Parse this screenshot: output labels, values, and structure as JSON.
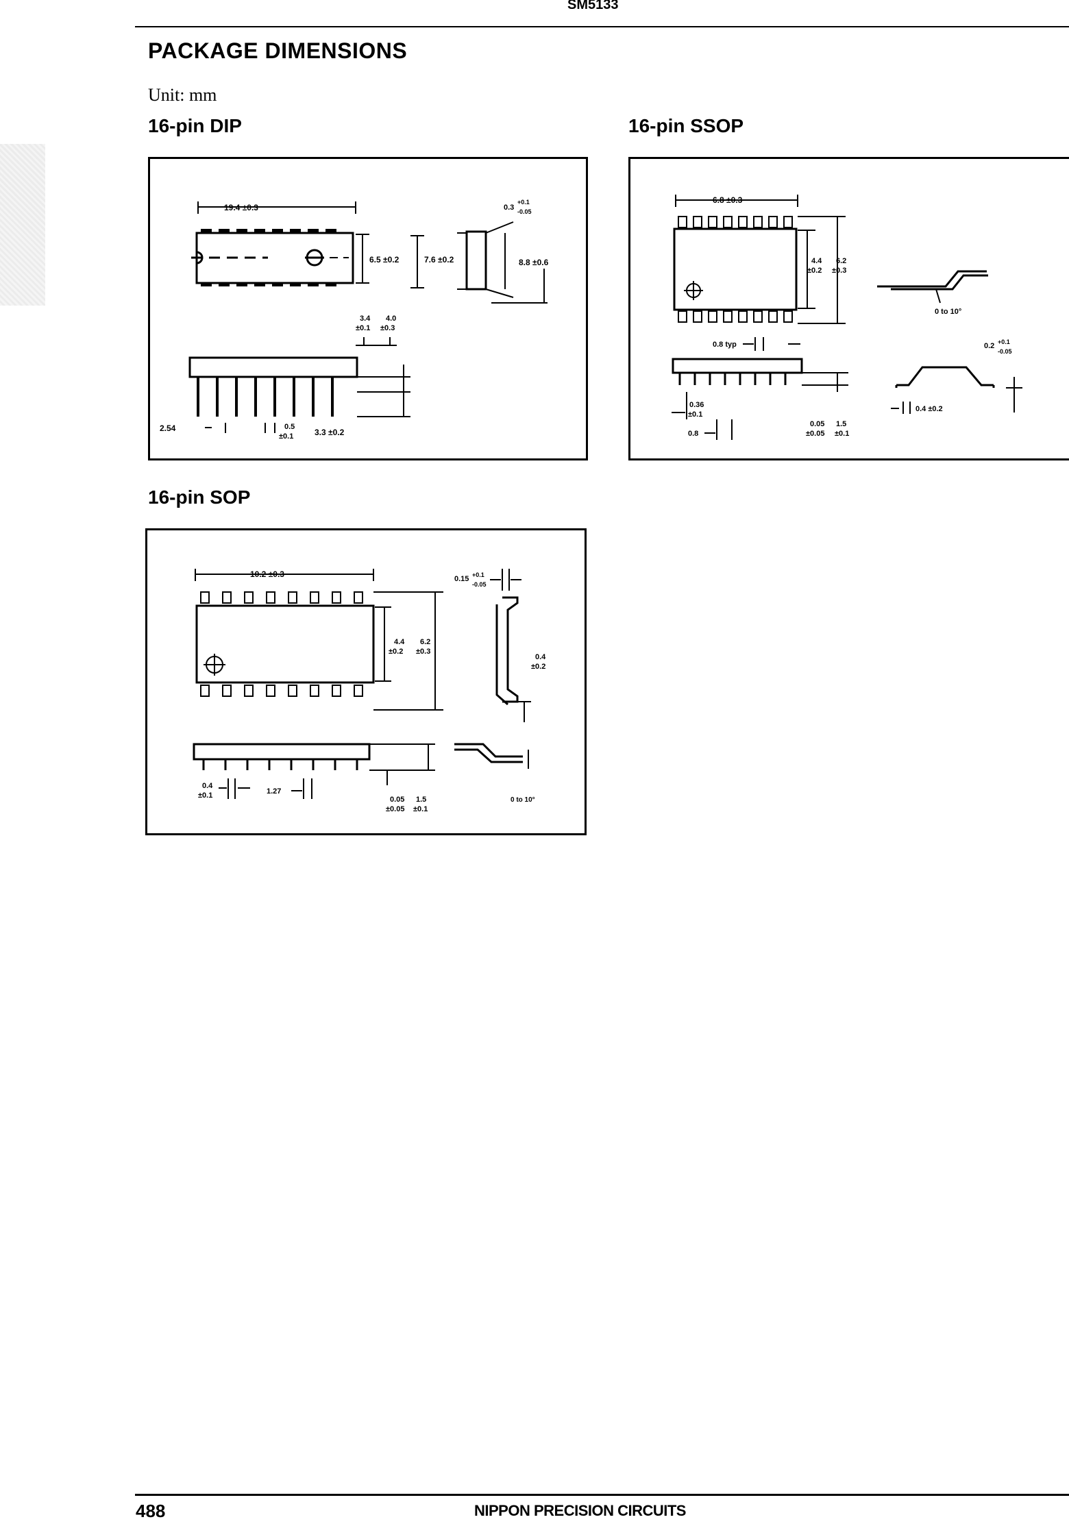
{
  "header": {
    "part_number": "SM5133"
  },
  "page_title": "PACKAGE DIMENSIONS",
  "unit_label": "Unit: mm",
  "packages": [
    {
      "title": "16-pin DIP",
      "dims": {
        "length": "19.4 ±0.3",
        "lead_thick": "0.3",
        "lead_thick_tol_plus": "+0.1",
        "lead_thick_tol_minus": "-0.05",
        "body_width": "6.5 ±0.2",
        "row_spacing": "7.6 ±0.2",
        "overall_width": "8.8 ±0.6",
        "height_a": "3.4",
        "height_a_tol": "±0.1",
        "height_b": "4.0",
        "height_b_tol": "±0.3",
        "pitch": "2.54",
        "lead_width": "0.5",
        "lead_width_tol": "±0.1",
        "lead_length": "3.3 ±0.2"
      }
    },
    {
      "title": "16-pin SSOP",
      "dims": {
        "length": "6.8 ±0.3",
        "body_width": "4.4",
        "body_width_tol": "±0.2",
        "overall_width": "6.2",
        "overall_width_tol": "±0.3",
        "angle": "0 to 10°",
        "pitch_typ": "0.8 typ",
        "lead_thick": "0.2",
        "lead_thick_tol_plus": "+0.1",
        "lead_thick_tol_minus": "-0.05",
        "lead_width": "0.36",
        "lead_width_tol": "±0.1",
        "pitch": "0.8",
        "standoff": "0.05",
        "standoff_tol": "±0.05",
        "height": "1.5",
        "height_tol": "±0.1",
        "foot_length": "0.4 ±0.2"
      }
    },
    {
      "title": "16-pin SOP",
      "dims": {
        "length": "10.2 ±0.3",
        "lead_thick": "0.15",
        "lead_thick_tol_plus": "+0.1",
        "lead_thick_tol_minus": "-0.05",
        "body_width": "4.4",
        "body_width_tol": "±0.2",
        "overall_width": "6.2",
        "overall_width_tol": "±0.3",
        "foot_length": "0.4",
        "foot_length_tol": "±0.2",
        "lead_width": "0.4",
        "lead_width_tol": "±0.1",
        "pitch": "1.27",
        "standoff": "0.05",
        "standoff_tol": "±0.05",
        "height": "1.5",
        "height_tol": "±0.1",
        "angle": "0 to 10°"
      }
    }
  ],
  "footer": {
    "page_number": "488",
    "company": "NIPPON PRECISION CIRCUITS"
  }
}
